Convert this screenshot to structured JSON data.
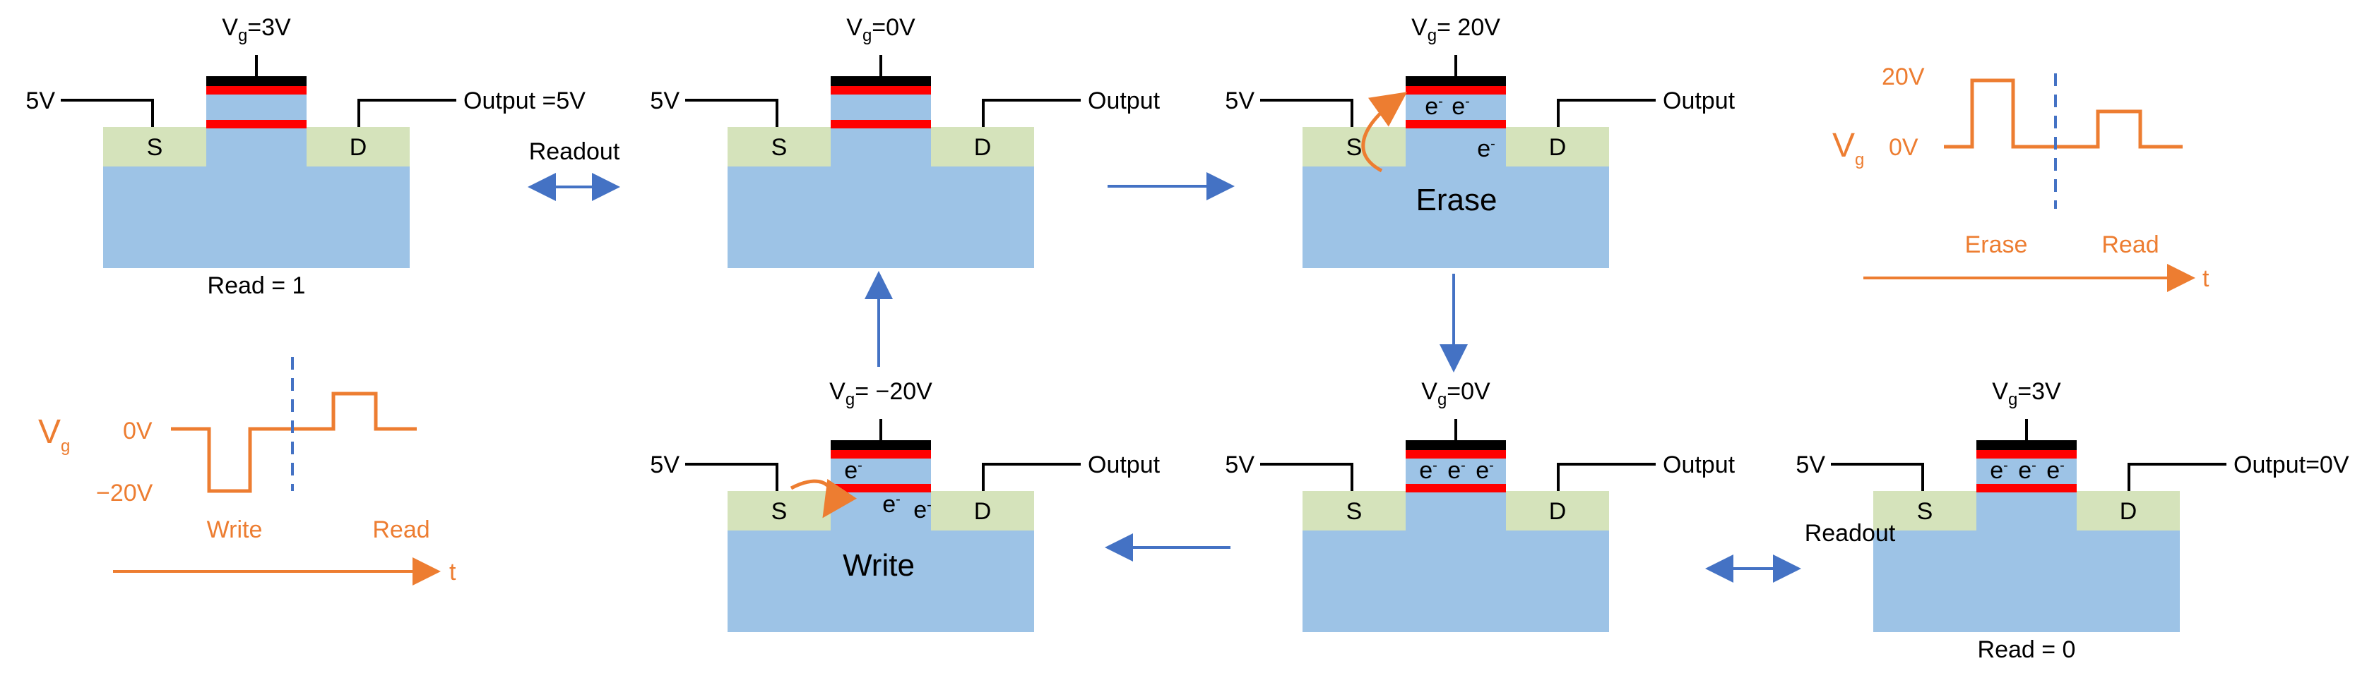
{
  "colors": {
    "substrate": "#9DC3E6",
    "contact": "#D5E3BB",
    "gate_black": "#000000",
    "gate_red": "#FF0000",
    "insulator": "#9DC3E6",
    "arrow_blue": "#4472C4",
    "orange": "#ED7D31",
    "dashed_blue": "#4472C4"
  },
  "cells": [
    {
      "id": "read1",
      "vg": "=3V",
      "source_voltage": "5V",
      "output": "Output =5V",
      "electrons": [],
      "caption": "Read = 1",
      "big_label": ""
    },
    {
      "id": "idle-top",
      "vg": "=0V",
      "source_voltage": "5V",
      "output": "Output",
      "electrons": [],
      "caption": "",
      "big_label": ""
    },
    {
      "id": "erase",
      "vg": "= 20V",
      "source_voltage": "5V",
      "output": "Output",
      "electrons": [
        "e",
        "e",
        "e"
      ],
      "caption": "",
      "big_label": "Erase"
    },
    {
      "id": "write",
      "vg": "= −20V",
      "source_voltage": "5V",
      "output": "Output",
      "electrons": [
        "e",
        "e",
        "e"
      ],
      "caption": "",
      "big_label": "Write"
    },
    {
      "id": "idle-bottom",
      "vg": "=0V",
      "source_voltage": "5V",
      "output": "Output",
      "electrons": [
        "e",
        "e",
        "e"
      ],
      "caption": "",
      "big_label": ""
    },
    {
      "id": "read0",
      "vg": "=3V",
      "source_voltage": "5V",
      "output": "Output=0V",
      "electrons": [
        "e",
        "e",
        "e"
      ],
      "caption": "Read = 0",
      "big_label": ""
    }
  ],
  "terminals": {
    "source": "S",
    "drain": "D",
    "gate_symbol": "V",
    "gate_subscript": "g",
    "electron_charge": "-"
  },
  "readout_labels": [
    "Readout",
    "Readout"
  ],
  "waveforms": {
    "erase_read": {
      "ylabel": "V",
      "ylabel_sub": "g",
      "levels": [
        "20V",
        "0V"
      ],
      "phases": [
        "Erase",
        "Read"
      ],
      "time_label": "t"
    },
    "write_read": {
      "ylabel": "V",
      "ylabel_sub": "g",
      "levels": [
        "0V",
        "−20V"
      ],
      "phases": [
        "Write",
        "Read"
      ],
      "time_label": "t"
    }
  }
}
